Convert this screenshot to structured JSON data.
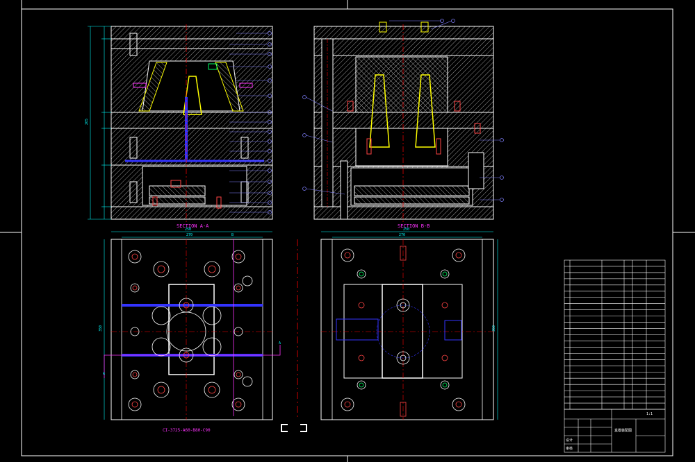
{
  "section_a_label": "SECTION A-A",
  "section_b_label": "SECTION B-B",
  "model_code": "CI-3725-A60-B80-C90",
  "dims": {
    "left_total": "250",
    "left_width": "270",
    "right_total": "250",
    "right_width": "270",
    "left_side_height": "350",
    "right_side_height": "350",
    "height_mark": "265"
  },
  "section_markers": {
    "a": "A",
    "b": "B"
  },
  "title_block": {
    "name": "盒模装配图",
    "scale": "1:1",
    "designer": "设计",
    "checker": "审核"
  },
  "colors": {
    "hatch": "#ffffff",
    "dim": "#00ffff",
    "label": "#ff33ff",
    "leader": "#8080ff",
    "core": "#ffff00",
    "runner": "#3333ff",
    "center": "#ff0000",
    "pin": "#00ff66"
  }
}
